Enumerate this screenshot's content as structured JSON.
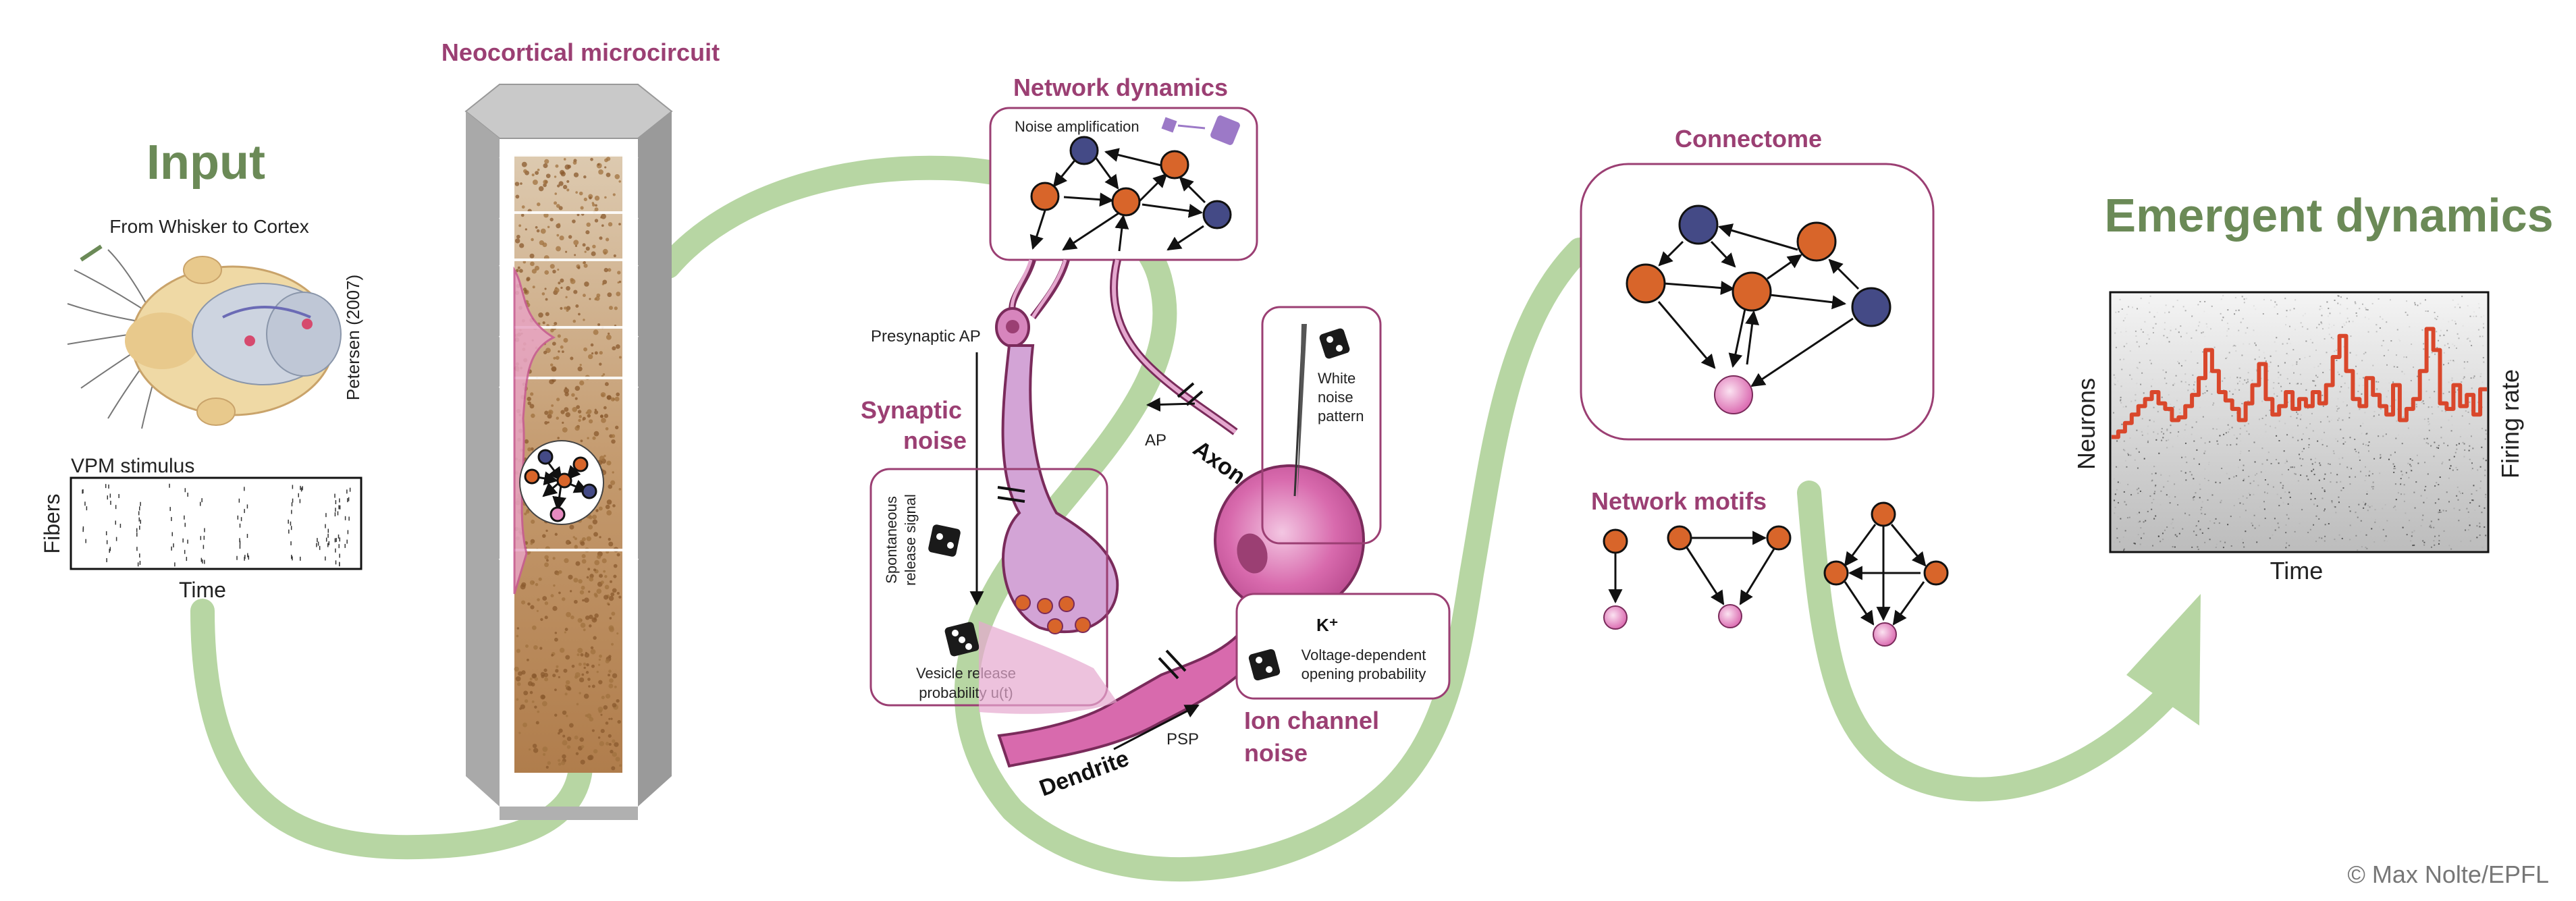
{
  "input": {
    "title": "Input",
    "whisker_caption": "From Whisker to Cortex",
    "citation": "Petersen (2007)",
    "stimulus_label": "VPM stimulus",
    "fibers_label": "Fibers",
    "time_label": "Time"
  },
  "microcircuit": {
    "title": "Neocortical microcircuit"
  },
  "network_dynamics": {
    "title": "Network dynamics",
    "noise_amplification": "Noise amplification"
  },
  "neuron": {
    "presynaptic_ap": "Presynaptic AP",
    "synaptic_noise_line1": "Synaptic",
    "synaptic_noise_line2": "noise",
    "spontaneous_line1": "Spontaneous",
    "spontaneous_line2": "release signal",
    "vesicle_line1": "Vesicle release",
    "vesicle_line2": "probability u(t)",
    "ap_label": "AP",
    "axon_label": "Axon",
    "white_noise_line1": "White",
    "white_noise_line2": "noise",
    "white_noise_line3": "pattern",
    "k_label": "K⁺",
    "voltage_line1": "Voltage-dependent",
    "voltage_line2": "opening probability",
    "dendrite_label": "Dendrite",
    "psp_label": "PSP",
    "ion_noise_line1": "Ion channel",
    "ion_noise_line2": "noise"
  },
  "connectome": {
    "title": "Connectome"
  },
  "motifs": {
    "title": "Network motifs"
  },
  "emergent": {
    "title": "Emergent dynamics",
    "neurons_label": "Neurons",
    "firing_rate_label": "Firing rate",
    "time_label": "Time"
  },
  "copyright": "© Max Nolte/EPFL",
  "colors": {
    "green_title": "#6b8a57",
    "purple_title": "#9b3f73",
    "flow_green": "#b7d6a3",
    "orange_node": "#d8652a",
    "blue_node": "#444a86",
    "pink_node": "#e58ac0",
    "firing_rate_line": "#d9472b"
  }
}
